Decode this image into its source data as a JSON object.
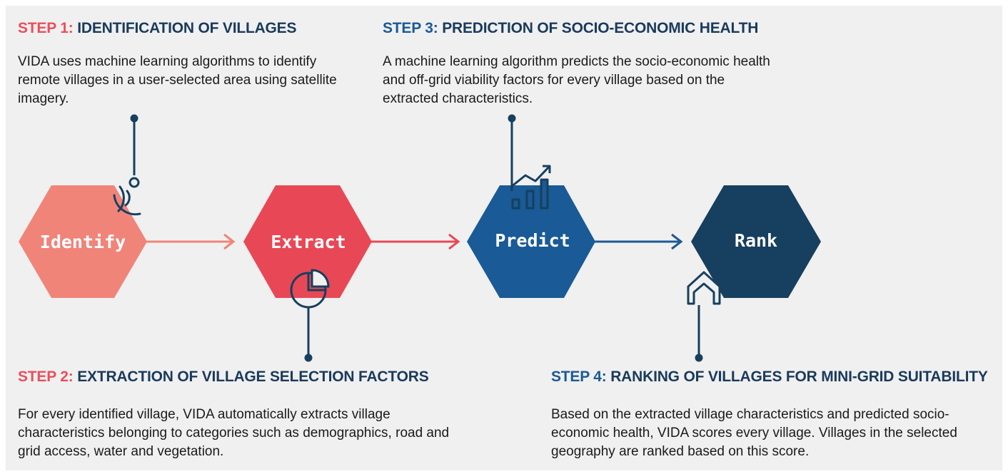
{
  "colors": {
    "identify": "#f08479",
    "extract": "#e84856",
    "predict": "#1a5a96",
    "rank": "#173f5f",
    "step_accent_red": "#e8505b",
    "title_navy": "#1a3a5c",
    "background": "#f0f0f0"
  },
  "steps": {
    "step1": {
      "number": "STEP 1:",
      "title": "IDENTIFICATION OF VILLAGES",
      "description": "VIDA uses machine learning algorithms to identify remote villages in a user-selected area using satellite imagery."
    },
    "step2": {
      "number": "STEP 2:",
      "title": "EXTRACTION OF VILLAGE SELECTION FACTORS",
      "description": "For every identified village, VIDA automatically extracts village characteristics belonging to categories such as demographics, road and grid access, water and vegetation."
    },
    "step3": {
      "number": "STEP 3:",
      "title": "PREDICTION OF SOCIO-ECONOMIC HEALTH",
      "description": "A machine learning algorithm predicts the socio-economic health and off-grid viability factors for every village based on the extracted characteristics."
    },
    "step4": {
      "number": "STEP 4:",
      "title": "RANKING OF VILLAGES FOR MINI-GRID SUITABILITY",
      "description": "Based on the extracted village characteristics and predicted socio-economic health, VIDA scores every village. Villages in the selected geography are ranked based on this score."
    }
  },
  "stages": {
    "identify": {
      "label": "Identify",
      "icon": "satellite-signal-icon"
    },
    "extract": {
      "label": "Extract",
      "icon": "pie-chart-icon"
    },
    "predict": {
      "label": "Predict",
      "icon": "bar-chart-trend-icon"
    },
    "rank": {
      "label": "Rank",
      "icon": "house-icon"
    }
  }
}
